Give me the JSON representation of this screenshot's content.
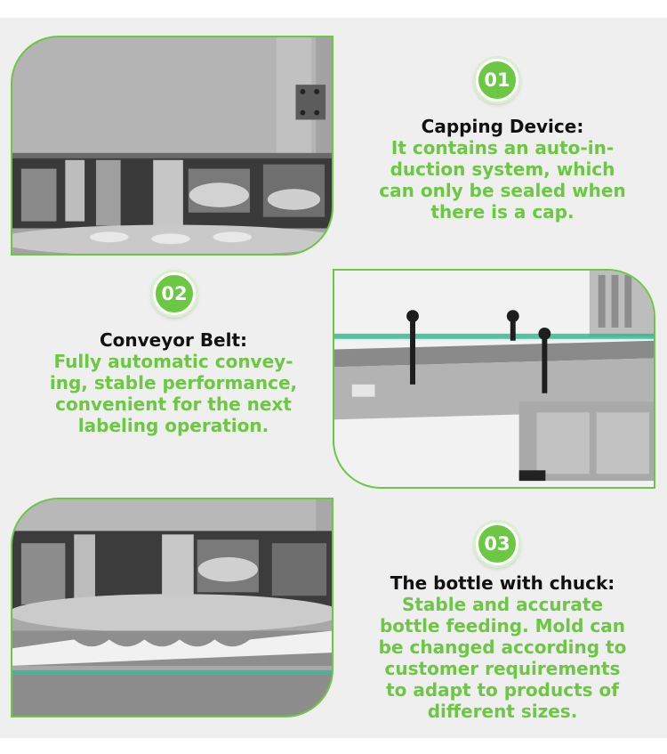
{
  "colors": {
    "accent": "#6cc743",
    "title": "#111111",
    "background": "#efefef"
  },
  "features": [
    {
      "number": "01",
      "title": "Capping Device:",
      "lines": [
        "It contains an auto-in-",
        "duction system, which",
        "can only be sealed when",
        "there is a cap."
      ]
    },
    {
      "number": "02",
      "title": "Conveyor Belt:",
      "lines": [
        "Fully automatic convey-",
        "ing, stable performance,",
        "convenient for the next",
        "labeling operation."
      ]
    },
    {
      "number": "03",
      "title": "The bottle with chuck:",
      "lines": [
        "Stable and accurate",
        "bottle feeding. Mold can",
        "be changed according to",
        "customer requirements",
        "to adapt to products of",
        "different sizes."
      ]
    }
  ]
}
